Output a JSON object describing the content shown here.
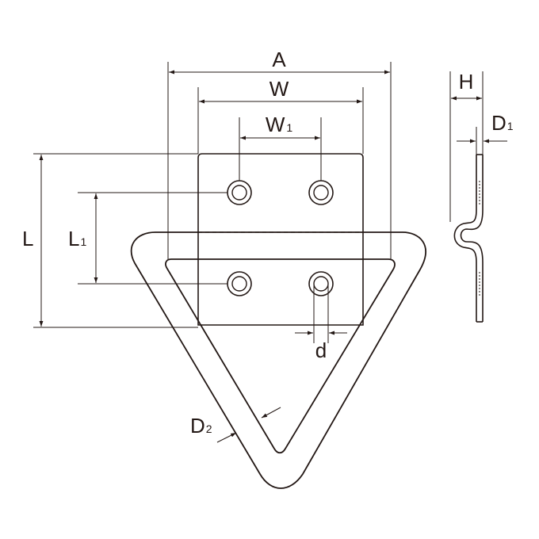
{
  "labels": {
    "A": "A",
    "W": "W",
    "W1": {
      "main": "W",
      "sub": "1"
    },
    "L": "L",
    "L1": {
      "main": "L",
      "sub": "1"
    },
    "H": "H",
    "D1": {
      "main": "D",
      "sub": "1"
    },
    "D2": {
      "main": "D",
      "sub": "2"
    },
    "d": "d"
  }
}
